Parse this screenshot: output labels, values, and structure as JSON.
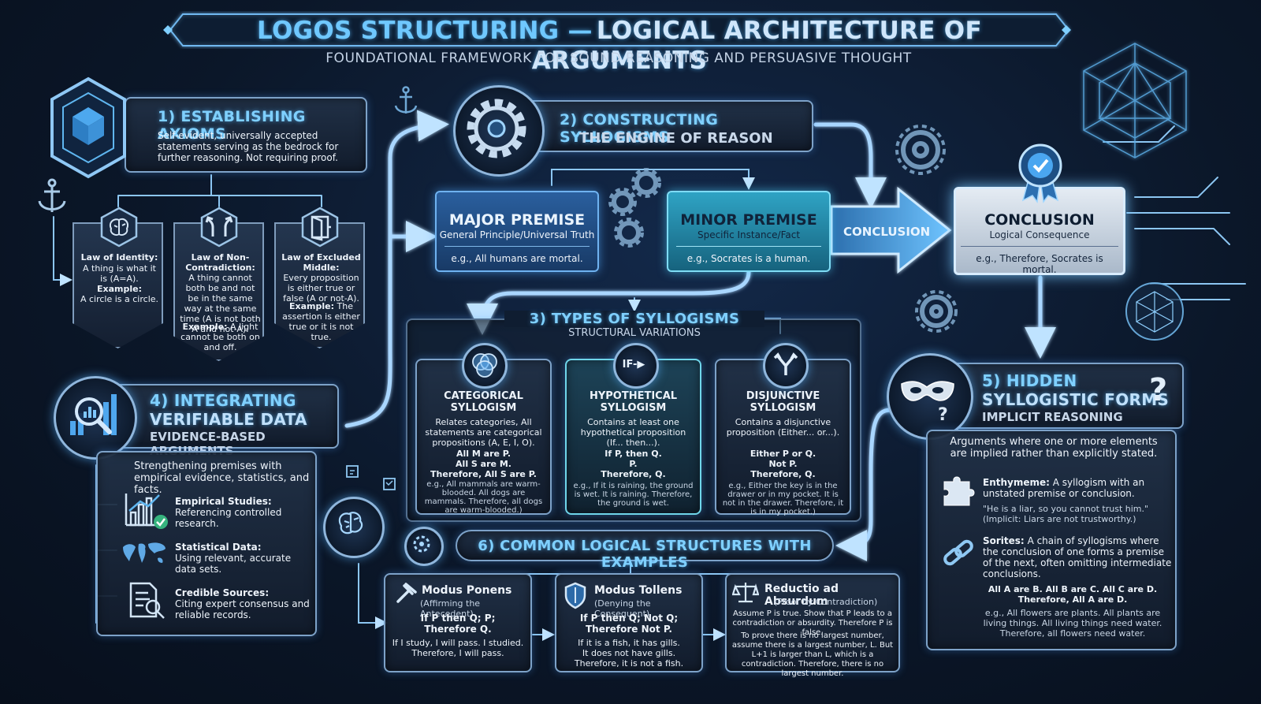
{
  "header": {
    "title_left": "LOGOS STRUCTURING —",
    "title_right": "LOGICAL ARCHITECTURE OF ARGUMENTS",
    "subtitle": "FOUNDATIONAL FRAMEWORK FOR SOUND REASONING AND PERSUASIVE THOUGHT"
  },
  "axioms": {
    "title": "1) ESTABLISHING AXIOMS",
    "desc": "Self-evident, universally accepted statements serving as the bedrock for further reasoning. Not requiring proof.",
    "laws": [
      {
        "title": "Law of Identity:",
        "text": "A thing is what it is (A=A).",
        "example_label": "Example:",
        "example": "A circle is a circle."
      },
      {
        "title": "Law of Non-Contradiction:",
        "text": "A thing cannot both be and not be in the same way at the same time (A is not both A and not-A).",
        "example_label": "Example:",
        "example": "A light cannot be both on and off."
      },
      {
        "title": "Law of Excluded Middle:",
        "text": "Every proposition is either true or false (A or not-A).",
        "example_label": "Example:",
        "example": "The assertion is either true or it is not true."
      }
    ]
  },
  "syllogisms": {
    "title": "2) CONSTRUCTING SYLLOGISMS",
    "subtitle": "THE ENGINE OF REASON",
    "major": {
      "title": "MAJOR PREMISE",
      "desc": "General Principle/Universal Truth",
      "example": "e.g., All humans are mortal."
    },
    "minor": {
      "title": "MINOR PREMISE",
      "desc": "Specific Instance/Fact",
      "example": "e.g., Socrates is a human."
    },
    "arrow_label": "CONCLUSION",
    "conclusion": {
      "title": "CONCLUSION",
      "desc": "Logical Consequence",
      "example": "e.g., Therefore, Socrates is mortal."
    }
  },
  "types": {
    "title": "3) TYPES OF SYLLOGISMS",
    "subtitle": "STRUCTURAL VARIATIONS",
    "if_icon": "IF-",
    "items": [
      {
        "title": "CATEGORICAL SYLLOGISM",
        "desc": "Relates categories, All statements are categorical propositions (A, E, I, O).",
        "form": "All M are P.\nAll S are M.\nTherefore, All S are P.",
        "example": "e.g., All mammals are warm-blooded. All dogs are mammals. Therefore, all dogs are warm-blooded.)"
      },
      {
        "title": "HYPOTHETICAL SYLLOGISM",
        "desc": "Contains at least one hypothetical proposition (If... then...).",
        "form": "If P, then Q.\nP.\nTherefore, Q.",
        "example": "e.g., If it is raining, the ground is wet. It is raining. Therefore, the ground is wet."
      },
      {
        "title": "DISJUNCTIVE SYLLOGISM",
        "desc": "Contains a disjunctive proposition (Either... or...).",
        "form": "Either P or Q.\nNot P.\nTherefore, Q.",
        "example": "e.g., Either the key is in the drawer or in my pocket. It is not in the drawer. Therefore, it is in my pocket.)"
      }
    ]
  },
  "data": {
    "title1": "4) INTEGRATING",
    "title2": "VERIFIABLE DATA",
    "subtitle": "EVIDENCE-BASED ARGUMENTS",
    "desc": "Strengthening premises with empirical evidence, statistics, and facts.",
    "items": [
      {
        "title": "Empirical Studies:",
        "text": "Referencing controlled research."
      },
      {
        "title": "Statistical Data:",
        "text": "Using relevant, accurate data sets."
      },
      {
        "title": "Credible Sources:",
        "text": "Citing expert consensus and reliable records."
      }
    ]
  },
  "hidden": {
    "title1": "5) HIDDEN",
    "title2": "SYLLOGISTIC FORMS",
    "subtitle": "IMPLICIT REASONING",
    "qmark": "?",
    "desc": "Arguments where one or more elements are implied rather than explicitly stated.",
    "enthymeme": {
      "title": "Enthymeme:",
      "text": "A syllogism with an unstated premise or conclusion.",
      "quote": "\"He is a liar, so you cannot trust him.\"",
      "implicit": "(Implicit: Liars are not trustworthy.)"
    },
    "sorites": {
      "title": "Sorites:",
      "text": "A chain of syllogisms where the conclusion of one forms a premise of the next, often omitting intermediate conclusions.",
      "form": "All A are B. All B are C. All C are D.\nTherefore, All A are D.",
      "example": "e.g., All flowers are plants. All plants are living things. All living things need water. Therefore, all flowers need water."
    }
  },
  "structures": {
    "title": "6) COMMON LOGICAL STRUCTURES WITH EXAMPLES",
    "items": [
      {
        "title": "Modus Ponens",
        "sub": "(Affirming the Antecedent)",
        "form": "If P then Q; P;\nTherefore Q.",
        "example": "If I study, I will pass. I studied.\nTherefore, I will pass."
      },
      {
        "title": "Modus Tollens",
        "sub": "(Denying the Consequent)",
        "form": "If P then Q; Not Q;\nTherefore Not P.",
        "example": "If it is a fish, it has gills.\nIt does not have gills.\nTherefore, it is not a fish."
      },
      {
        "title": "Reductio ad Absurdum",
        "sub": "(Proof by Contradiction)",
        "form": "Assume P is true. Show that P leads to a contradiction or absurdity. Therefore P is false.",
        "example": "To prove there is no largest number, assume there is a largest number, L. But L+1 is larger than L, which is a contradiction. Therefore, there is no largest number."
      }
    ]
  }
}
